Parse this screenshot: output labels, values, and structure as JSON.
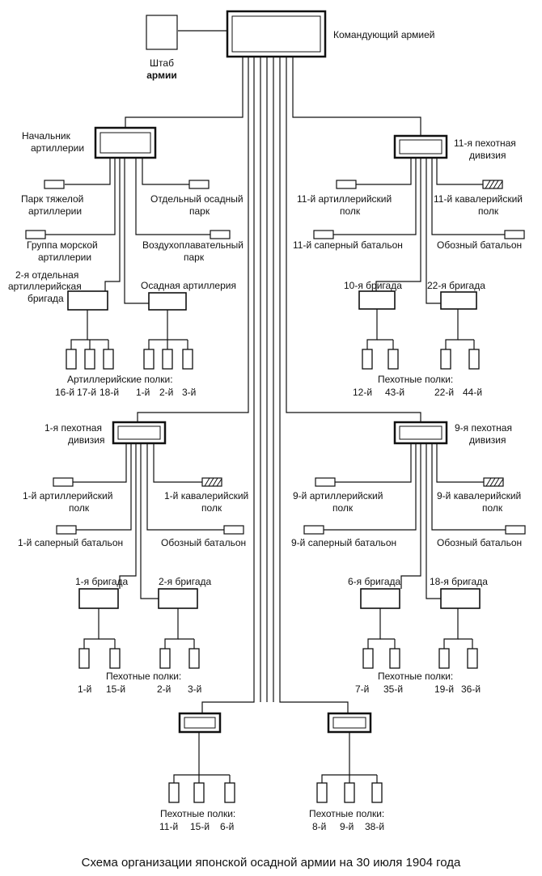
{
  "commander": "Командующий армией",
  "staff": [
    "Штаб",
    "армии"
  ],
  "artillery": {
    "chief": [
      "Начальник",
      "артиллерии"
    ],
    "heavy_park": [
      "Парк тяжелой",
      "артиллерии"
    ],
    "siege_park": [
      "Отдельный осадный",
      "парк"
    ],
    "naval_group": [
      "Группа морской",
      "артиллерии"
    ],
    "balloon_park": [
      "Воздухоплавательный",
      "парк"
    ],
    "brigade2": [
      "2-я отдельная",
      "артиллерийская",
      "бригада"
    ],
    "siege_art": "Осадная артиллерия",
    "regiments_title": "Артиллерийские полки:",
    "regiments": [
      "16-й",
      "17-й",
      "18-й",
      "1-й",
      "2-й",
      "3-й"
    ]
  },
  "div11": {
    "title": [
      "11-я пехотная",
      "дивизия"
    ],
    "art": [
      "11-й артиллерийский",
      "полк"
    ],
    "cav": [
      "11-й кавалерийский",
      "полк"
    ],
    "sapper": "11-й саперный батальон",
    "train": "Обозный батальон",
    "brig_a": "10-я бригада",
    "brig_b": "22-я бригада",
    "regiments_title": "Пехотные полки:",
    "regiments": [
      "12-й",
      "43-й",
      "22-й",
      "44-й"
    ]
  },
  "div1": {
    "title": [
      "1-я пехотная",
      "дивизия"
    ],
    "art": [
      "1-й артиллерийский",
      "полк"
    ],
    "cav": [
      "1-й кавалерийский",
      "полк"
    ],
    "sapper": "1-й саперный батальон",
    "train": "Обозный батальон",
    "brig_a": "1-я бригада",
    "brig_b": "2-я бригада",
    "regiments_title": "Пехотные полки:",
    "regiments": [
      "1-й",
      "15-й",
      "2-й",
      "3-й"
    ]
  },
  "div9": {
    "title": [
      "9-я пехотная",
      "дивизия"
    ],
    "art": [
      "9-й артиллерийский",
      "полк"
    ],
    "cav": [
      "9-й кавалерийский",
      "полк"
    ],
    "sapper": "9-й саперный батальон",
    "train": "Обозный батальон",
    "brig_a": "6-я бригада",
    "brig_b": "18-я бригада",
    "regiments_title": "Пехотные полки:",
    "regiments": [
      "7-й",
      "35-й",
      "19-й",
      "36-й"
    ]
  },
  "reserve_left": {
    "regiments_title": "Пехотные полки:",
    "regiments": [
      "11-й",
      "15-й",
      "6-й"
    ]
  },
  "reserve_right": {
    "regiments_title": "Пехотные полки:",
    "regiments": [
      "8-й",
      "9-й",
      "38-й"
    ]
  },
  "caption": "Схема организации японской осадной армии на 30 июля 1904 года"
}
